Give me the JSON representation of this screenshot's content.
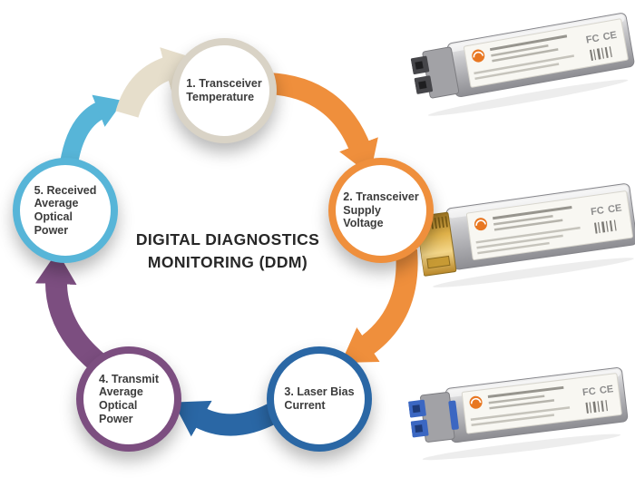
{
  "title": "DIGITAL DIAGNOSTICS\nMONITORING (DDM)",
  "cycle": {
    "steps": [
      {
        "label": "1. Transceiver\nTemperature",
        "ring_color": "#d9d3c6"
      },
      {
        "label": "2. Transceiver\nSupply\nVoltage",
        "ring_color": "#ef8f3c"
      },
      {
        "label": "3. Laser Bias\nCurrent",
        "ring_color": "#2a67a5"
      },
      {
        "label": "4. Transmit\nAverage\nOptical\nPower",
        "ring_color": "#7c4e80"
      },
      {
        "label": "5. Received\nAverage\nOptical\nPower",
        "ring_color": "#57b5d8"
      }
    ],
    "arrow_colors": {
      "into_step1": "#e6decb",
      "step1_to_step2": "#ef8f3c",
      "step2_to_step3": "#ef8f3c",
      "step3_to_step4": "#2a67a5",
      "step4_to_step5": "#7c4e80",
      "step5_to_step1": "#57b5d8"
    }
  },
  "modules": {
    "marks": {
      "fcc": "FC",
      "ce": "CE"
    },
    "items": [
      {
        "name": "sfp-fiber-module-top"
      },
      {
        "name": "sfp-copper-module-middle"
      },
      {
        "name": "sfp-fiber-module-bottom"
      }
    ],
    "brand_color": "#e87722"
  }
}
